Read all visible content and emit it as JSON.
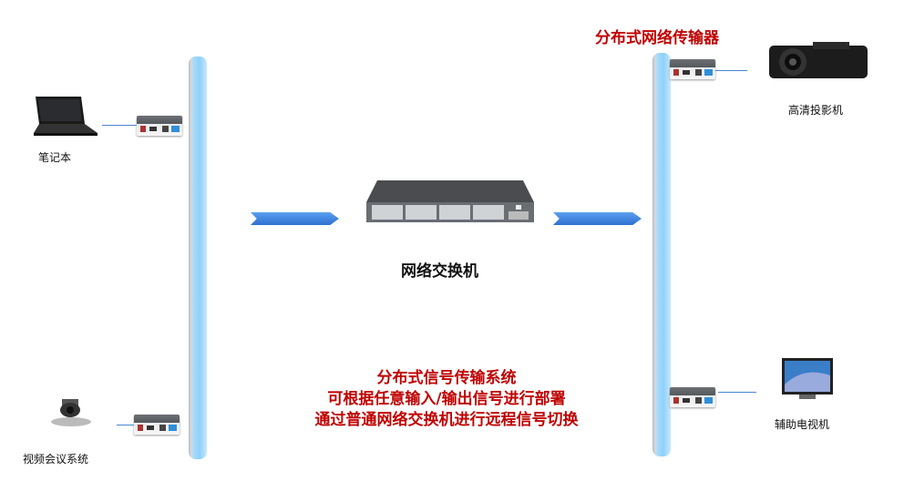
{
  "title": "分布式网络传输器",
  "switch_label": "网络交换机",
  "devices": {
    "laptop": "笔记本",
    "camera": "视频会议系统",
    "projector": "高清投影机",
    "tv": "辅助电视机"
  },
  "description": [
    "分布式信号传输系统",
    "可根据任意输入/输出信号进行部署",
    "通过普通网络交换机进行远程信号切换"
  ],
  "colors": {
    "accent_red": "#c00000",
    "bar_blue": "#8fd0fa",
    "arrow_blue": "#2f6fd0"
  }
}
